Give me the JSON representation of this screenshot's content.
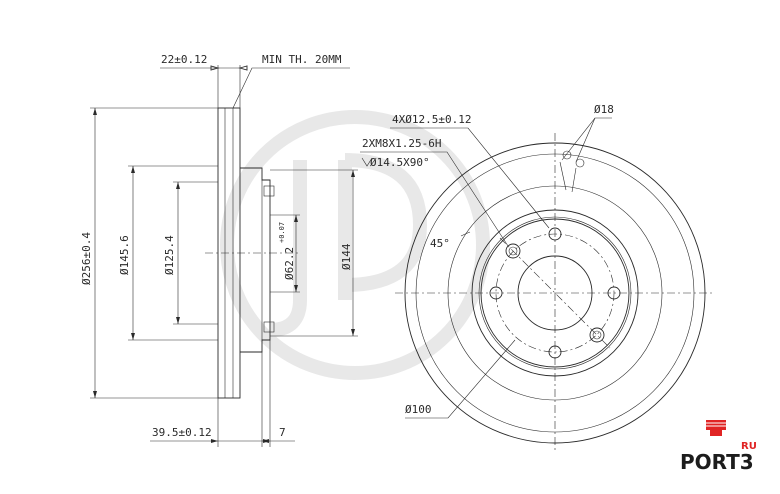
{
  "labels": {
    "hub_width": "22±0.12",
    "min_thickness": "MIN TH. 20MM",
    "bolt_holes": "4XØ12.5±0.12",
    "screw_holes": "2XM8X1.25-6H",
    "countersink": "Ø14.5X90°",
    "vent_holes": "Ø18",
    "angle": "45°",
    "outer_diameter": "Ø256±0.4",
    "diameter_145": "Ø145.6",
    "diameter_125": "Ø125.4",
    "diameter_144": "Ø144",
    "center_bore": "Ø62.2",
    "center_bore_tol": "+0.07",
    "pcd": "Ø100",
    "total_height": "39.5±0.12",
    "hat_thickness": "7"
  },
  "logo": {
    "brand": "PORT3",
    "suffix": "RU",
    "colors": {
      "red": "#e02424",
      "dark": "#1c1c1c"
    }
  },
  "watermark": {
    "color": "#e8e8e8"
  }
}
